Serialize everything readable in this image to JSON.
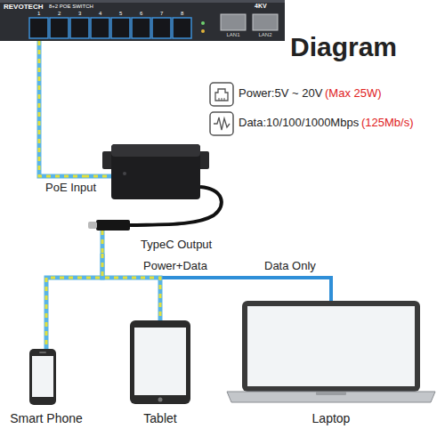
{
  "diagram": {
    "title": "Diagram",
    "nodes": [
      {
        "text": [
          "REVOTECH",
          "8+2 POE SWITCH"
        ]
      },
      {
        "text": [
          "TypeC Output"
        ]
      },
      {
        "text": [
          "Smart Phone"
        ]
      },
      {
        "text": [
          "Tablet"
        ]
      },
      {
        "text": [
          "Laptop"
        ]
      }
    ],
    "edges": [
      {
        "from": 0,
        "to": 1,
        "label": "PoE Input",
        "arrow": "none"
      },
      {
        "from": 1,
        "to": 2,
        "label": "Power+Data",
        "arrow": "none"
      },
      {
        "from": 1,
        "to": 3,
        "arrow": "none"
      },
      {
        "from": 1,
        "to": 4,
        "label": "Data Only",
        "arrow": "none"
      }
    ],
    "labels": [
      "1",
      "2",
      "3",
      "4",
      "5",
      "6",
      "7",
      "8",
      "4KV",
      "LAN1",
      "LAN2",
      "Power:5V ~ 20V",
      "(Max 25W)",
      "Data:10/100/1000Mbps",
      "(125Mb/s)"
    ]
  }
}
